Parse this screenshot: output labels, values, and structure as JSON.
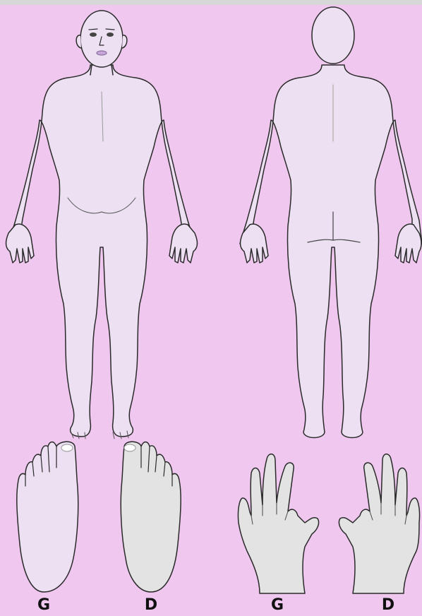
{
  "labels": {
    "left_foot": "G",
    "right_foot": "D",
    "left_hand": "G",
    "right_hand": "D"
  },
  "colors": {
    "background": "#f0c8ef",
    "body_fill": "#ece0f2",
    "right_side_fill": "#e3e3e3",
    "outline": "#2a2a2a",
    "lips": "#c8a6d8",
    "top_bar": "#d7d7d7"
  }
}
